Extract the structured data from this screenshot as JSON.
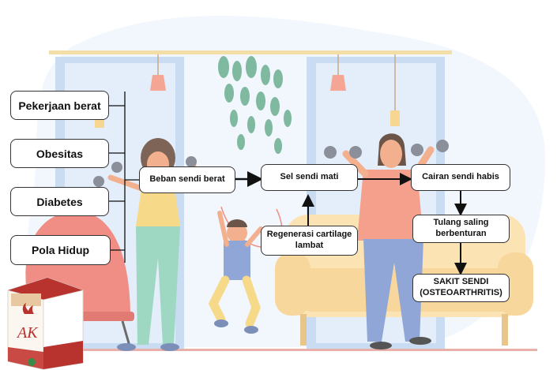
{
  "causes": [
    {
      "id": "pekerjaan",
      "label": "Pekerjaan berat"
    },
    {
      "id": "obesitas",
      "label": "Obesitas"
    },
    {
      "id": "diabetes",
      "label": "Diabetes"
    },
    {
      "id": "pola",
      "label": "Pola Hidup"
    }
  ],
  "nodes": {
    "beban": "Beban sendi berat",
    "sel": "Sel sendi mati",
    "regenerasi": "Regenerasi cartilage lambat",
    "cairan": "Cairan sendi habis",
    "tulang": "Tulang saling berbenturan",
    "sakit": "SAKIT SENDI (OSTEOARTHRITIS)"
  },
  "product": {
    "brand": "AK"
  },
  "colors": {
    "window": "#c9dcf2",
    "floor_line": "#e8b0a8",
    "sofa": "#fbe3b4",
    "chair": "#f08e86",
    "leaf": "#7fb9a0",
    "shirt_coral": "#f5a08c",
    "pants_blue": "#8fa6d6",
    "box_red": "#b8322e"
  }
}
